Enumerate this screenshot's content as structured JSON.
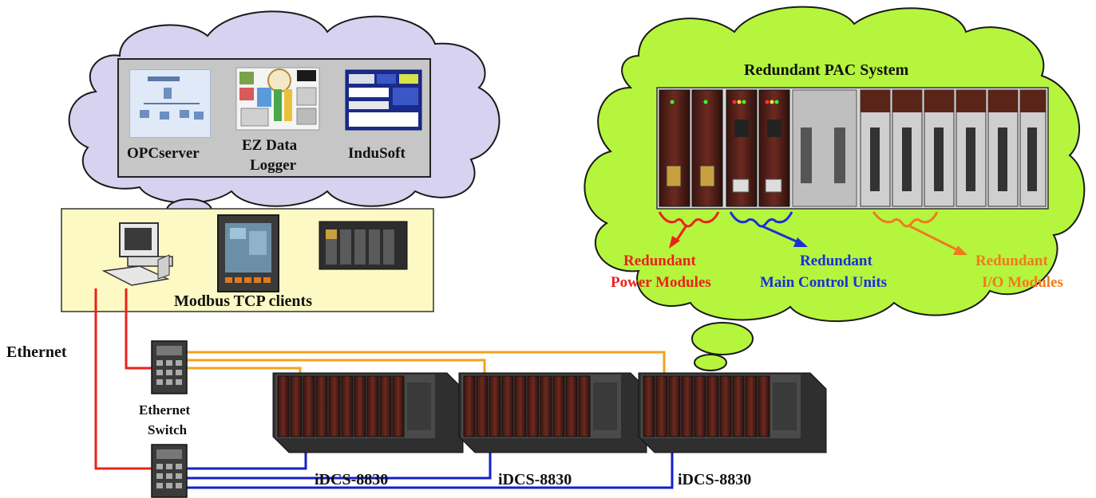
{
  "software": {
    "items": [
      {
        "label": "OPCserver",
        "icon": "opc-server-screenshot"
      },
      {
        "label_line1": "EZ Data",
        "label_line2": "Logger",
        "icon": "ez-data-logger-screenshot"
      },
      {
        "label": "InduSoft",
        "icon": "indusoft-screenshot"
      }
    ]
  },
  "clients": {
    "label": "Modbus TCP clients",
    "devices": [
      "pc-icon",
      "touch-panel-icon",
      "pac-controller-icon"
    ]
  },
  "network": {
    "ethernet_label": "Ethernet",
    "switch_label_line1": "Ethernet",
    "switch_label_line2": "Switch"
  },
  "pac_system": {
    "title": "Redundant PAC System",
    "power": {
      "line1": "Redundant",
      "line2": "Power Modules",
      "color": "#e8231b"
    },
    "mcu": {
      "line1": "Redundant",
      "line2": "Main Control Units",
      "color": "#1b2fd6"
    },
    "io": {
      "line1": "Redundant",
      "line2": "I/O Modules",
      "color": "#f07a1e"
    }
  },
  "idcs": [
    {
      "label": "iDCS-8830"
    },
    {
      "label": "iDCS-8830"
    },
    {
      "label": "iDCS-8830"
    }
  ],
  "colors": {
    "red_cable": "#e8231b",
    "orange_cable": "#f2a21e",
    "blue_cable": "#1420c8",
    "cloud_green": "#b5f53d",
    "cloud_lilac": "#d6d2ef",
    "client_box": "#fdf9c4"
  }
}
